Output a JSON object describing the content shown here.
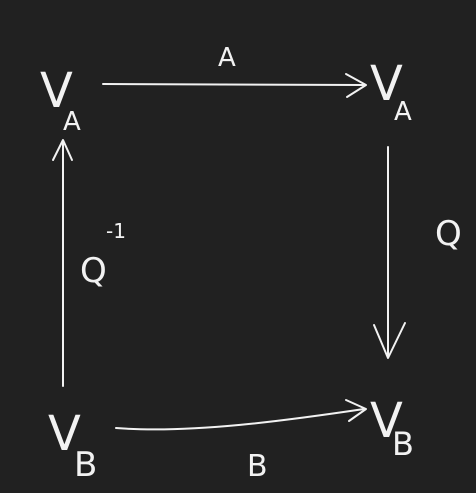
{
  "background_color": "#212121",
  "ink_color": "#f2f2f2",
  "nodes": {
    "top_left": {
      "base": "V",
      "sub": "A"
    },
    "top_right": {
      "base": "V",
      "sub": "A"
    },
    "bottom_left": {
      "base": "V",
      "sub": "B"
    },
    "bottom_right": {
      "base": "V",
      "sub": "B"
    }
  },
  "arrows": {
    "top": {
      "label": "A"
    },
    "right": {
      "label": "Q"
    },
    "bottom": {
      "label": "B"
    },
    "left": {
      "label": "Q",
      "superscript": "-1"
    }
  }
}
